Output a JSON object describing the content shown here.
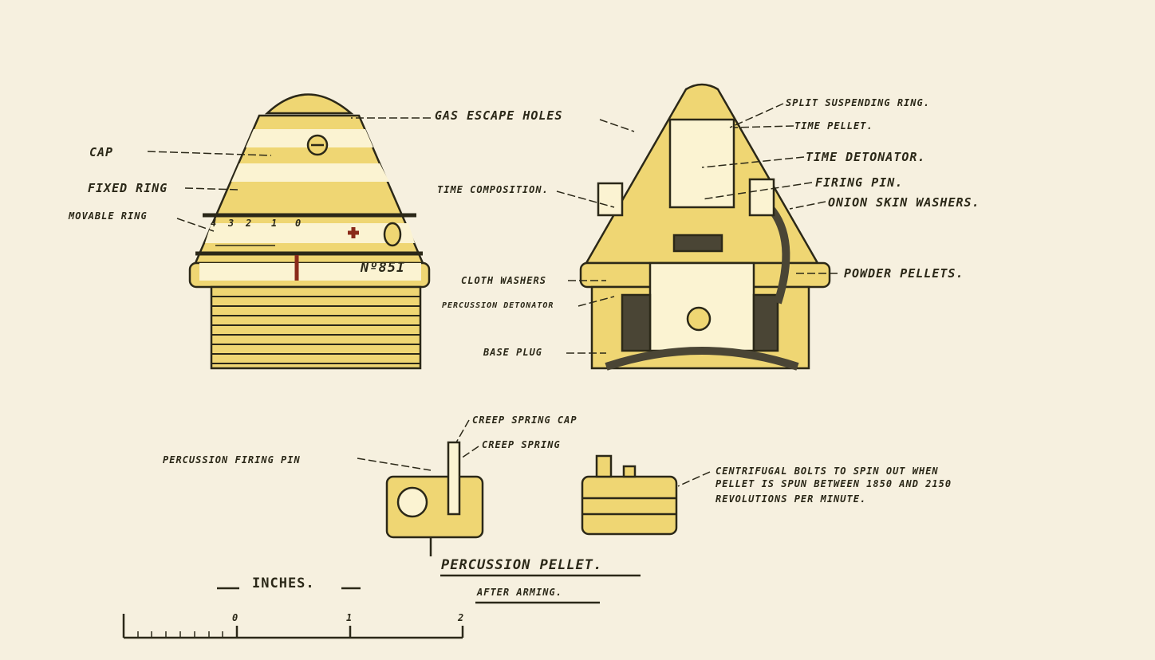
{
  "colors": {
    "paper": "#f6f0df",
    "brass": "#efd673",
    "ink": "#2b2818",
    "red": "#8a2a1a",
    "powder": "#4a4535"
  },
  "external_view": {
    "labels": {
      "gas_escape_holes": "GAS ESCAPE HOLES",
      "cap": "CAP",
      "fixed_ring": "FIXED RING",
      "movable_ring": "MOVABLE RING"
    },
    "ring_scale": [
      "4",
      "3",
      "2",
      "1",
      "0"
    ],
    "fuse_number": "Nº85I"
  },
  "section_view": {
    "labels": {
      "split_suspending_ring": "SPLIT SUSPENDING RING.",
      "time_pellet": "TIME PELLET.",
      "time_detonator": "TIME DETONATOR.",
      "firing_pin": "FIRING PIN.",
      "onion_skin_washers": "ONION SKIN WASHERS.",
      "time_composition": "TIME COMPOSITION.",
      "powder_pellets": "POWDER PELLETS.",
      "cloth_washers": "CLOTH WASHERS",
      "percussion_detonator": "PERCUSSION DETONATOR",
      "base_plug": "BASE PLUG"
    }
  },
  "pellet_view": {
    "labels": {
      "creep_spring_cap": "CREEP SPRING CAP",
      "creep_spring": "CREEP SPRING",
      "percussion_firing_pin": "PERCUSSION FIRING PIN",
      "centrifugal_line1": "CENTRIFUGAL BOLTS TO SPIN OUT WHEN",
      "centrifugal_line2": "PELLET IS SPUN BETWEEN 1850 AND 2150",
      "centrifugal_line3": "REVOLUTIONS PER MINUTE.",
      "title": "PERCUSSION PELLET.",
      "subtitle": "AFTER ARMING."
    }
  },
  "scale_bar": {
    "title": "INCHES.",
    "ticks": [
      "0",
      "1",
      "2"
    ]
  }
}
